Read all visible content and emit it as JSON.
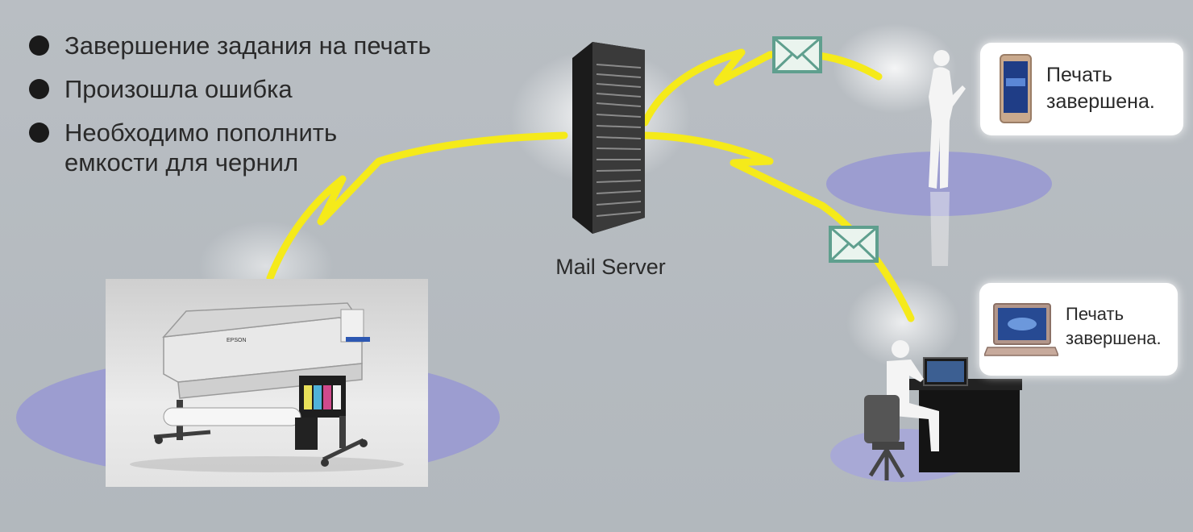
{
  "bullets": [
    {
      "text": "Завершение задания на печать"
    },
    {
      "text": "Произошла ошибка"
    },
    {
      "text": "Необходимо пополнить\nемкости для чернил"
    }
  ],
  "server": {
    "label": "Mail Server"
  },
  "notifications": [
    {
      "device": "phone-icon",
      "text": "Печать\nзавершена."
    },
    {
      "device": "laptop-icon",
      "text": "Печать\nзавершена."
    }
  ],
  "printer_badge": "EPSON",
  "colors": {
    "background": "#b7bcc1",
    "ellipse": "#9c9dd0",
    "signal": "#f5ea1a",
    "envelope_border": "#5f9f8e",
    "envelope_fill": "#eaf4ee"
  }
}
